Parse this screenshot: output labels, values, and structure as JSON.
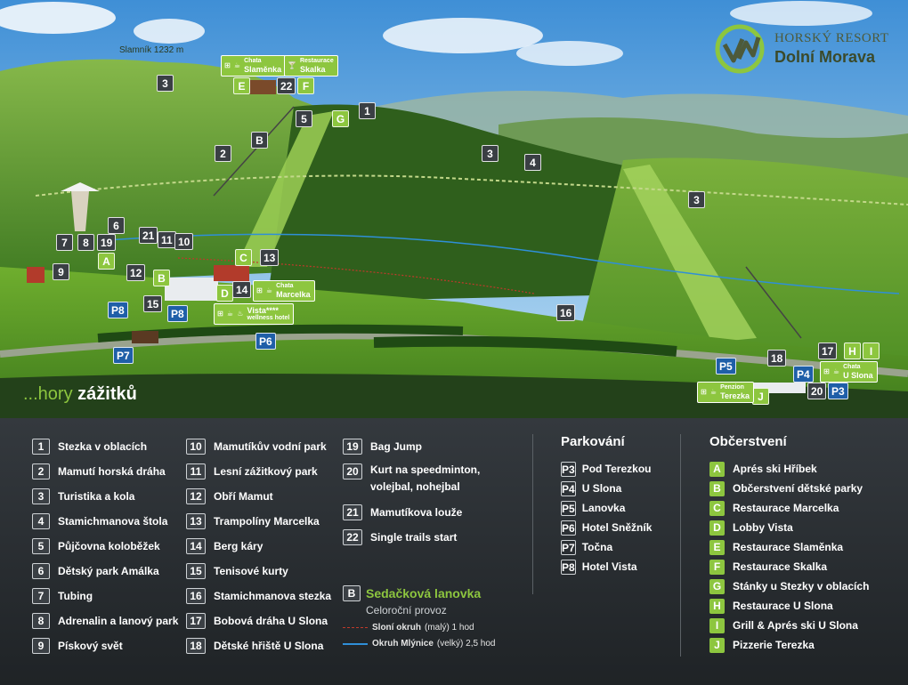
{
  "map": {
    "summit_label": "Slamník 1232 m",
    "slogan_pre": "...hory ",
    "slogan_main": "zážitků",
    "logo_line1": "HORSKÝ RESORT",
    "logo_line2": "Dolní Morava",
    "markers": [
      {
        "t": "3",
        "k": "num"
      },
      {
        "t": "E",
        "k": "let"
      },
      {
        "t": "22",
        "k": "num"
      },
      {
        "t": "F",
        "k": "let"
      },
      {
        "t": "G",
        "k": "let"
      },
      {
        "t": "1",
        "k": "num"
      },
      {
        "t": "5",
        "k": "num"
      },
      {
        "t": "B",
        "k": "num"
      },
      {
        "t": "2",
        "k": "num"
      },
      {
        "t": "3",
        "k": "num"
      },
      {
        "t": "4",
        "k": "num"
      },
      {
        "t": "3",
        "k": "num"
      },
      {
        "t": "6",
        "k": "num"
      },
      {
        "t": "7",
        "k": "num"
      },
      {
        "t": "8",
        "k": "num"
      },
      {
        "t": "19",
        "k": "num"
      },
      {
        "t": "21",
        "k": "num"
      },
      {
        "t": "11",
        "k": "num"
      },
      {
        "t": "10",
        "k": "num"
      },
      {
        "t": "A",
        "k": "let"
      },
      {
        "t": "9",
        "k": "num"
      },
      {
        "t": "12",
        "k": "num"
      },
      {
        "t": "B",
        "k": "let"
      },
      {
        "t": "C",
        "k": "let"
      },
      {
        "t": "13",
        "k": "num"
      },
      {
        "t": "D",
        "k": "let"
      },
      {
        "t": "14",
        "k": "num"
      },
      {
        "t": "15",
        "k": "num"
      },
      {
        "t": "P8",
        "k": "par"
      },
      {
        "t": "P8",
        "k": "par"
      },
      {
        "t": "P6",
        "k": "par"
      },
      {
        "t": "P7",
        "k": "par"
      },
      {
        "t": "16",
        "k": "num"
      },
      {
        "t": "17",
        "k": "num"
      },
      {
        "t": "H",
        "k": "let"
      },
      {
        "t": "I",
        "k": "let"
      },
      {
        "t": "18",
        "k": "num"
      },
      {
        "t": "P4",
        "k": "par"
      },
      {
        "t": "P5",
        "k": "par"
      },
      {
        "t": "20",
        "k": "num"
      },
      {
        "t": "P3",
        "k": "par"
      },
      {
        "t": "J",
        "k": "let"
      }
    ],
    "labels": [
      {
        "small": "Chata",
        "big": "Slaměnka"
      },
      {
        "small": "Restaurace",
        "big": "Skalka"
      },
      {
        "small": "Chata",
        "big": "Marcelka"
      },
      {
        "small": "wellness hotel",
        "big": "Vista****"
      },
      {
        "small": "Chata",
        "big": "U Slona"
      },
      {
        "small": "Penzion",
        "big": "Terezka"
      }
    ]
  },
  "legend": {
    "col1": [
      {
        "k": "1",
        "t": "Stezka v oblacích"
      },
      {
        "k": "2",
        "t": "Mamutí horská dráha"
      },
      {
        "k": "3",
        "t": "Turistika a kola"
      },
      {
        "k": "4",
        "t": "Stamichmanova štola"
      },
      {
        "k": "5",
        "t": "Půjčovna koloběžek"
      },
      {
        "k": "6",
        "t": "Dětský park Amálka"
      },
      {
        "k": "7",
        "t": "Tubing"
      },
      {
        "k": "8",
        "t": "Adrenalin a lanový park"
      },
      {
        "k": "9",
        "t": "Pískový svět"
      }
    ],
    "col2": [
      {
        "k": "10",
        "t": "Mamutíkův vodní park"
      },
      {
        "k": "11",
        "t": "Lesní zážitkový park"
      },
      {
        "k": "12",
        "t": "Obří Mamut"
      },
      {
        "k": "13",
        "t": "Trampolíny Marcelka"
      },
      {
        "k": "14",
        "t": "Berg káry"
      },
      {
        "k": "15",
        "t": "Tenisové kurty"
      },
      {
        "k": "16",
        "t": "Stamichmanova stezka"
      },
      {
        "k": "17",
        "t": "Bobová dráha U Slona"
      },
      {
        "k": "18",
        "t": "Dětské hřiště U Slona"
      }
    ],
    "col3": [
      {
        "k": "19",
        "t1": "Bag Jump"
      },
      {
        "k": "20",
        "t1": "Kurt na speedminton,",
        "t2": "volejbal, nohejbal"
      },
      {
        "k": "21",
        "t1": "Mamutíkova louže"
      },
      {
        "k": "22",
        "t1": "Single trails start"
      }
    ],
    "parking_title": "Parkování",
    "parking": [
      {
        "k": "P3",
        "t": "Pod Terezkou"
      },
      {
        "k": "P4",
        "t": "U Slona"
      },
      {
        "k": "P5",
        "t": "Lanovka"
      },
      {
        "k": "P6",
        "t": "Hotel Sněžník"
      },
      {
        "k": "P7",
        "t": "Točna"
      },
      {
        "k": "P8",
        "t": "Hotel Vista"
      }
    ],
    "food_title": "Občerstvení",
    "food": [
      {
        "k": "A",
        "t": "Aprés ski Hříbek"
      },
      {
        "k": "B",
        "t": "Občerstvení dětské parky"
      },
      {
        "k": "C",
        "t": "Restaurace Marcelka"
      },
      {
        "k": "D",
        "t": "Lobby Vista"
      },
      {
        "k": "E",
        "t": "Restaurace Slaměnka"
      },
      {
        "k": "F",
        "t": "Restaurace Skalka"
      },
      {
        "k": "G",
        "t": "Stánky u Stezky v oblacích"
      },
      {
        "k": "H",
        "t": "Restaurace U Slona"
      },
      {
        "k": "I",
        "t": "Grill & Aprés ski U Slona"
      },
      {
        "k": "J",
        "t": "Pizzerie Terezka"
      }
    ],
    "lift": {
      "key": "B",
      "title": "Sedačková lanovka",
      "sub": "Celoroční provoz",
      "route1_name": "Sloní okruh",
      "route1_rest": "(malý) 1 hod",
      "route2_name": "Okruh Mlýnice",
      "route2_rest": "(velký) 2,5 hod",
      "route1_color": "#c0392b",
      "route2_color": "#2f8fd8"
    }
  },
  "colors": {
    "accent_green": "#8dc63f",
    "parking_blue": "#1f5fa8",
    "panel": "#2b3035"
  }
}
